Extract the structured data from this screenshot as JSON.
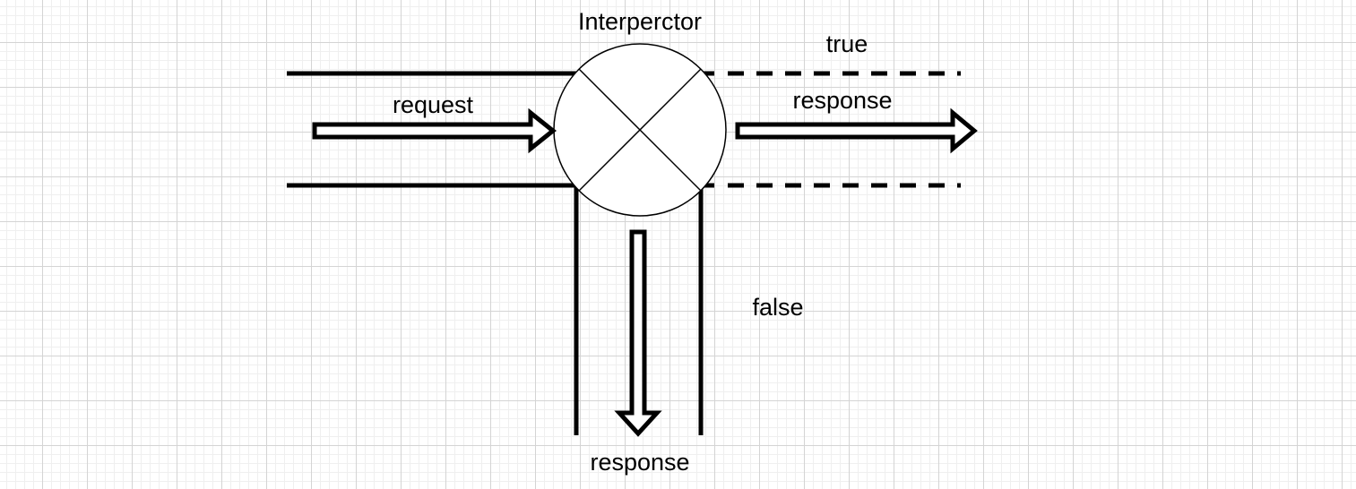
{
  "diagram": {
    "node_label": "Interperctor",
    "input_label": "request",
    "true_label": "true",
    "true_output_label": "response",
    "false_label": "false",
    "false_output_label": "response"
  },
  "colors": {
    "stroke": "#000000",
    "fill": "#ffffff",
    "grid_major": "#d4d4d4",
    "grid_minor": "#efefef"
  }
}
